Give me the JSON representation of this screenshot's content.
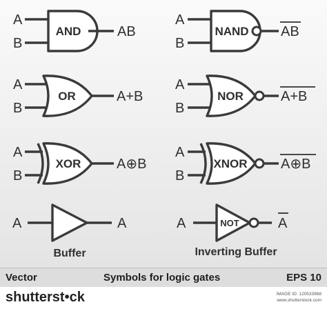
{
  "gates": [
    {
      "name": "AND",
      "inputs": [
        "A",
        "B"
      ],
      "output": "AB",
      "output_overbar": false
    },
    {
      "name": "NAND",
      "inputs": [
        "A",
        "B"
      ],
      "output": "AB",
      "output_overbar": true
    },
    {
      "name": "OR",
      "inputs": [
        "A",
        "B"
      ],
      "output": "A+B",
      "output_overbar": false
    },
    {
      "name": "NOR",
      "inputs": [
        "A",
        "B"
      ],
      "output": "A+B",
      "output_overbar": true
    },
    {
      "name": "XOR",
      "inputs": [
        "A",
        "B"
      ],
      "output": "A⊕B",
      "output_overbar": false
    },
    {
      "name": "XNOR",
      "inputs": [
        "A",
        "B"
      ],
      "output": "A⊕B",
      "output_overbar": true
    },
    {
      "name": "",
      "caption": "Buffer",
      "inputs": [
        "A"
      ],
      "output": "A",
      "output_overbar": false
    },
    {
      "name": "NOT",
      "caption": "Inverting Buffer",
      "inputs": [
        "A"
      ],
      "output": "A",
      "output_overbar": true
    }
  ],
  "footer": {
    "left": "Vector",
    "center": "Symbols for logic gates",
    "right": "EPS 10"
  },
  "brand": {
    "name_pre": "shutterst",
    "name_mid": "•",
    "name_post": "ck",
    "image_id": "IMAGE ID: 120533968",
    "site": "www.shutterstock.com"
  },
  "colors": {
    "stroke": "#3a3a3a",
    "text": "#2f2f2f",
    "footer_bg": "#dddddd"
  }
}
